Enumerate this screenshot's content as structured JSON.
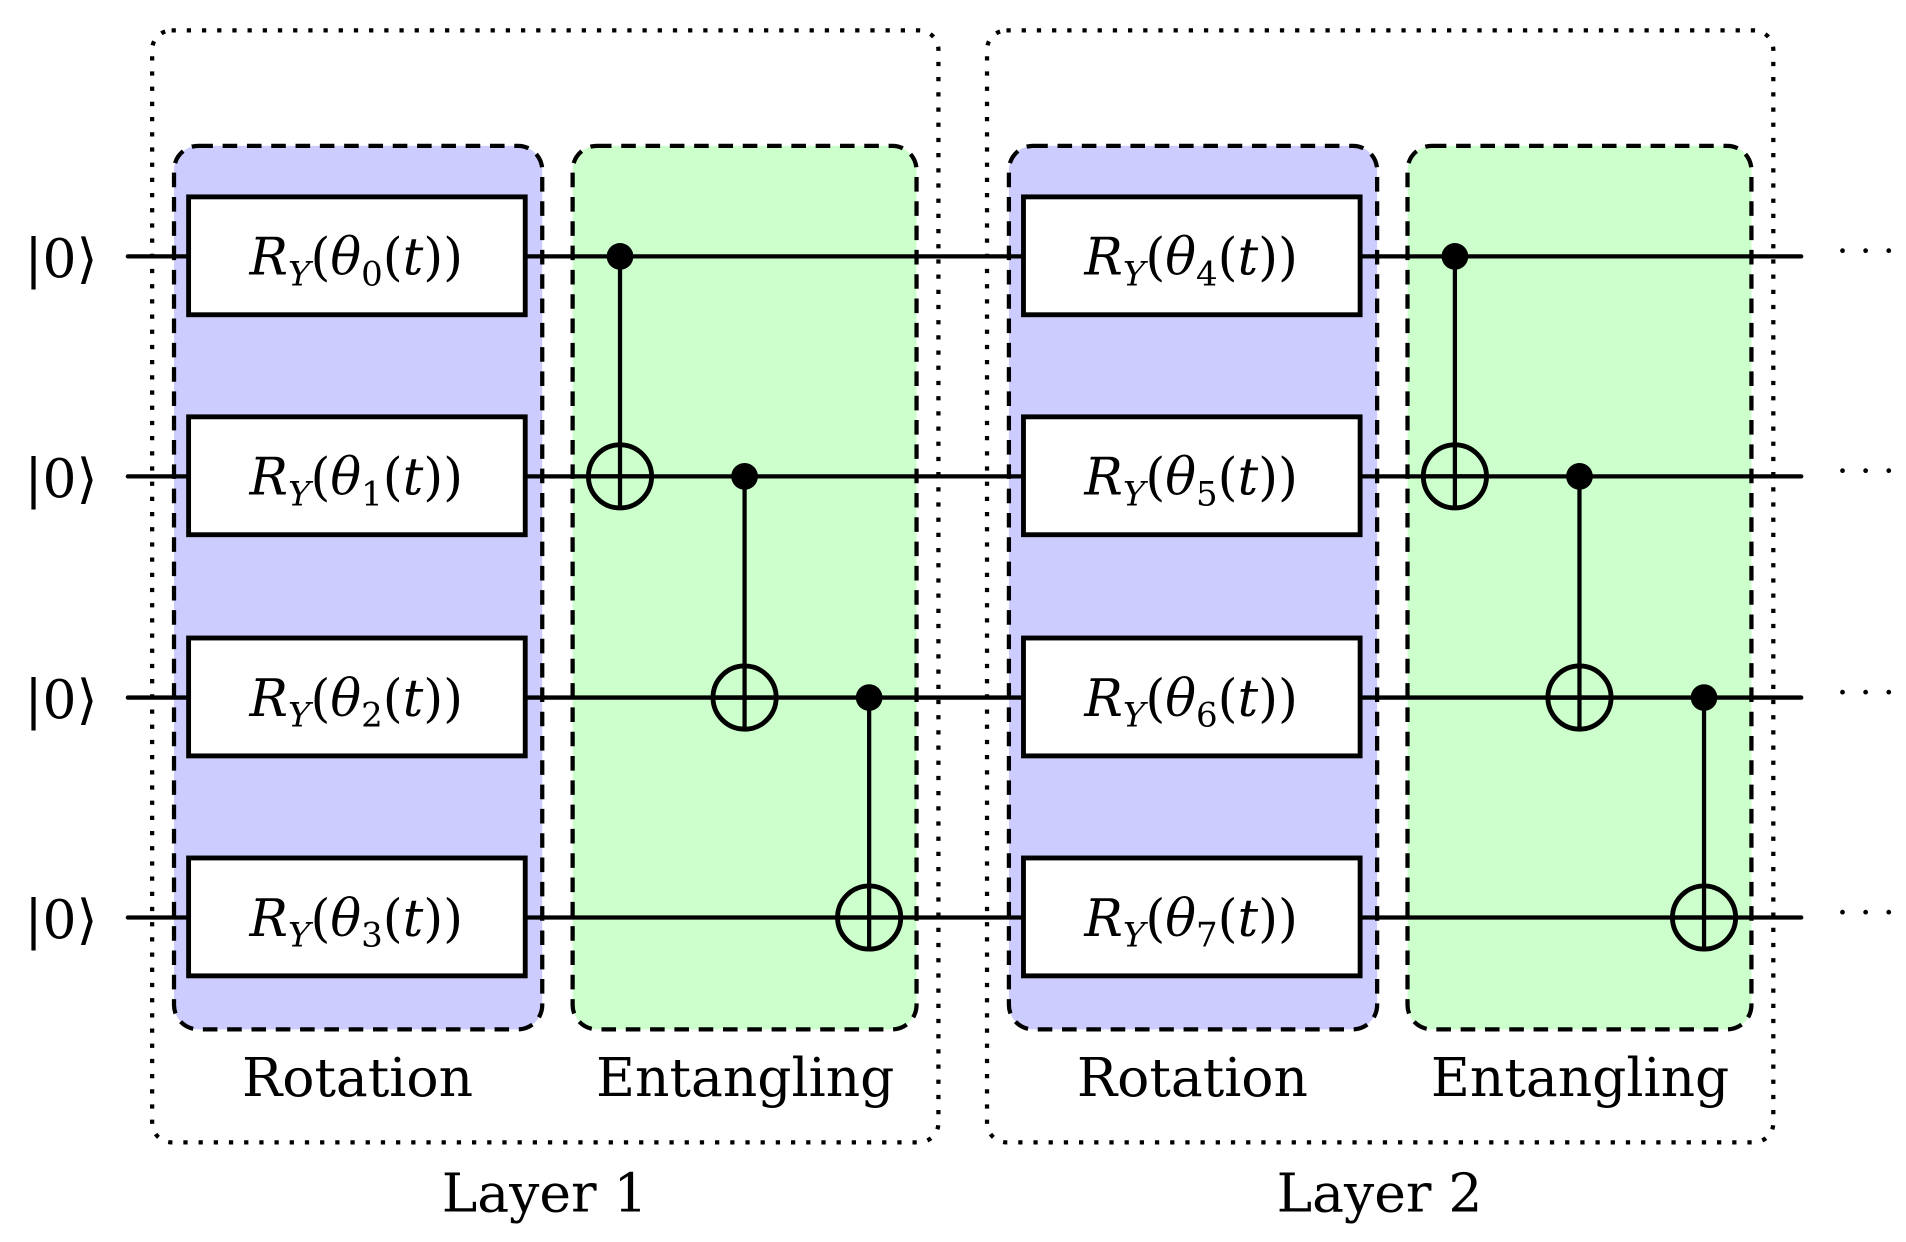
{
  "colors": {
    "rotation_fill": "#ccccff",
    "entangling_fill": "#ccffcc",
    "stroke": "#000000"
  },
  "kets": [
    "|0⟩",
    "|0⟩",
    "|0⟩",
    "|0⟩"
  ],
  "continuation": "· · ·",
  "layers": [
    {
      "label": "Layer 1",
      "rotation_label": "Rotation",
      "entangling_label": "Entangling",
      "gates": [
        {
          "op": "R",
          "sub": "Y",
          "param": "θ",
          "index": "0",
          "arg": "t"
        },
        {
          "op": "R",
          "sub": "Y",
          "param": "θ",
          "index": "1",
          "arg": "t"
        },
        {
          "op": "R",
          "sub": "Y",
          "param": "θ",
          "index": "2",
          "arg": "t"
        },
        {
          "op": "R",
          "sub": "Y",
          "param": "θ",
          "index": "3",
          "arg": "t"
        }
      ],
      "cnots": [
        {
          "control": 0,
          "target": 1
        },
        {
          "control": 1,
          "target": 2
        },
        {
          "control": 2,
          "target": 3
        }
      ]
    },
    {
      "label": "Layer 2",
      "rotation_label": "Rotation",
      "entangling_label": "Entangling",
      "gates": [
        {
          "op": "R",
          "sub": "Y",
          "param": "θ",
          "index": "4",
          "arg": "t"
        },
        {
          "op": "R",
          "sub": "Y",
          "param": "θ",
          "index": "5",
          "arg": "t"
        },
        {
          "op": "R",
          "sub": "Y",
          "param": "θ",
          "index": "6",
          "arg": "t"
        },
        {
          "op": "R",
          "sub": "Y",
          "param": "θ",
          "index": "7",
          "arg": "t"
        }
      ],
      "cnots": [
        {
          "control": 0,
          "target": 1
        },
        {
          "control": 1,
          "target": 2
        },
        {
          "control": 2,
          "target": 3
        }
      ]
    }
  ]
}
